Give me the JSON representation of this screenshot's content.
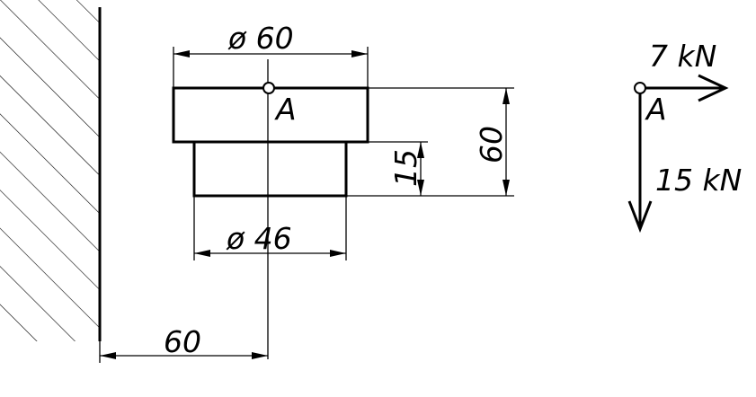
{
  "drawing": {
    "dim_top_diameter": "ø 60",
    "dim_bottom_diameter": "ø 46",
    "dim_total_height": "60",
    "dim_step_height": "15",
    "dim_wall_offset": "60",
    "point_label": "A"
  },
  "loads": {
    "horizontal_force": "7 kN",
    "vertical_force": "15 kN",
    "point_label": "A"
  }
}
